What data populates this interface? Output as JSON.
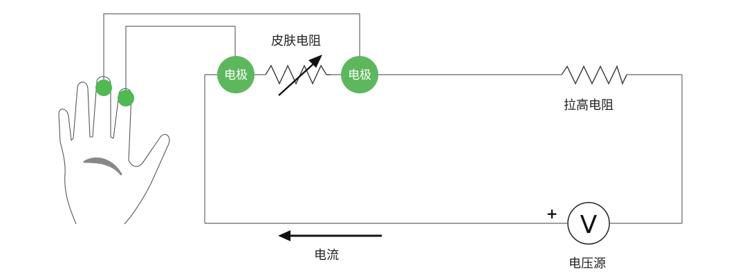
{
  "labels": {
    "skin_resistance": "皮肤电阻",
    "pullup_resistor": "拉高电阻",
    "current": "电流",
    "voltage_source": "电压源",
    "electrode_left": "电极",
    "electrode_right": "电极",
    "voltmeter_symbol": "V",
    "plus_sign": "+"
  },
  "colors": {
    "electrode": "#5cb85c",
    "finger_dot": "#4cbb50",
    "wire": "#666666",
    "arrow": "#111111",
    "palm_crease": "#888888"
  }
}
